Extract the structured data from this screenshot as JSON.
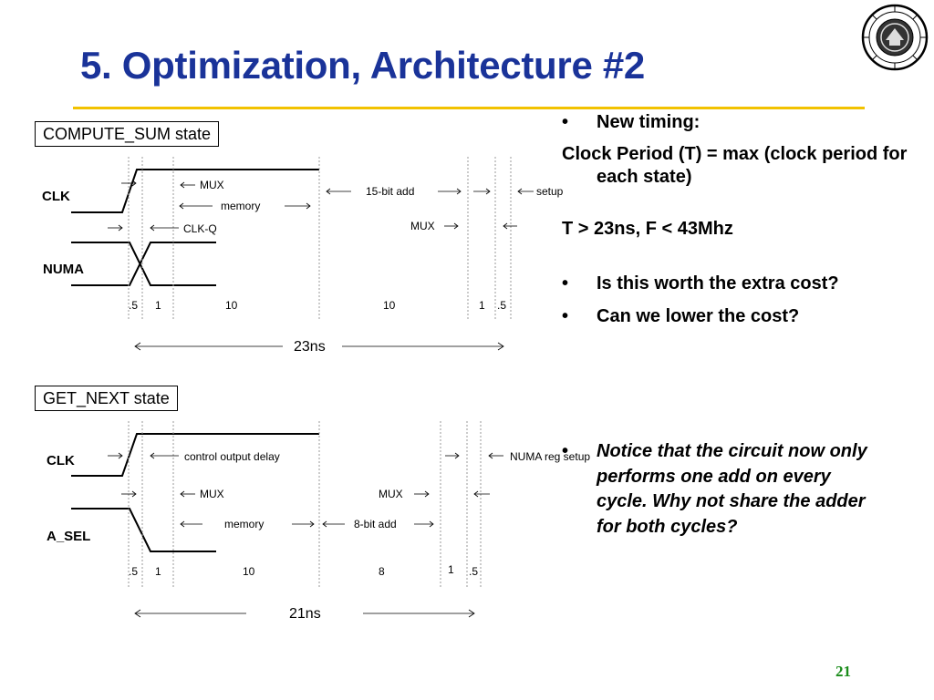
{
  "slide": {
    "title": "5. Optimization, Architecture #2",
    "page_number": "21"
  },
  "colors": {
    "title": "#1a3399",
    "title_rule": "#f2c200",
    "page_number": "#1a8c1a"
  },
  "compute_sum": {
    "state_label": "COMPUTE_SUM state",
    "signal_clk": "CLK",
    "signal_numa": "NUMA",
    "annotations": {
      "mux_1": "MUX",
      "memory": "memory",
      "clk_q": "CLK-Q",
      "add_15bit": "15-bit add",
      "setup": "setup",
      "mux_2": "MUX"
    },
    "durations": [
      ".5",
      "1",
      "10",
      "10",
      "1",
      ".5"
    ],
    "total": "23ns"
  },
  "get_next": {
    "state_label": "GET_NEXT state",
    "signal_clk": "CLK",
    "signal_asel": "A_SEL",
    "annotations": {
      "control_output_delay": "control output delay",
      "numa_reg_setup": "NUMA reg setup",
      "mux_1": "MUX",
      "mux_2": "MUX",
      "memory": "memory",
      "add_8bit": "8-bit add"
    },
    "durations": [
      ".5",
      "1",
      "10",
      "8",
      "1",
      ".5"
    ],
    "total": "21ns"
  },
  "bullets": {
    "b1": "New timing:",
    "clock_period": "Clock Period (T) = max (clock period for each state)",
    "t_f": "T > 23ns, F < 43Mhz",
    "b2": "Is this worth the extra cost?",
    "b3": "Can we lower the cost?",
    "b4": "Notice that the circuit now only performs one add on every cycle.  Why not share the adder for both cycles?",
    "bullet_glyph": "•"
  },
  "logo": {
    "name": "university-seal-icon"
  }
}
